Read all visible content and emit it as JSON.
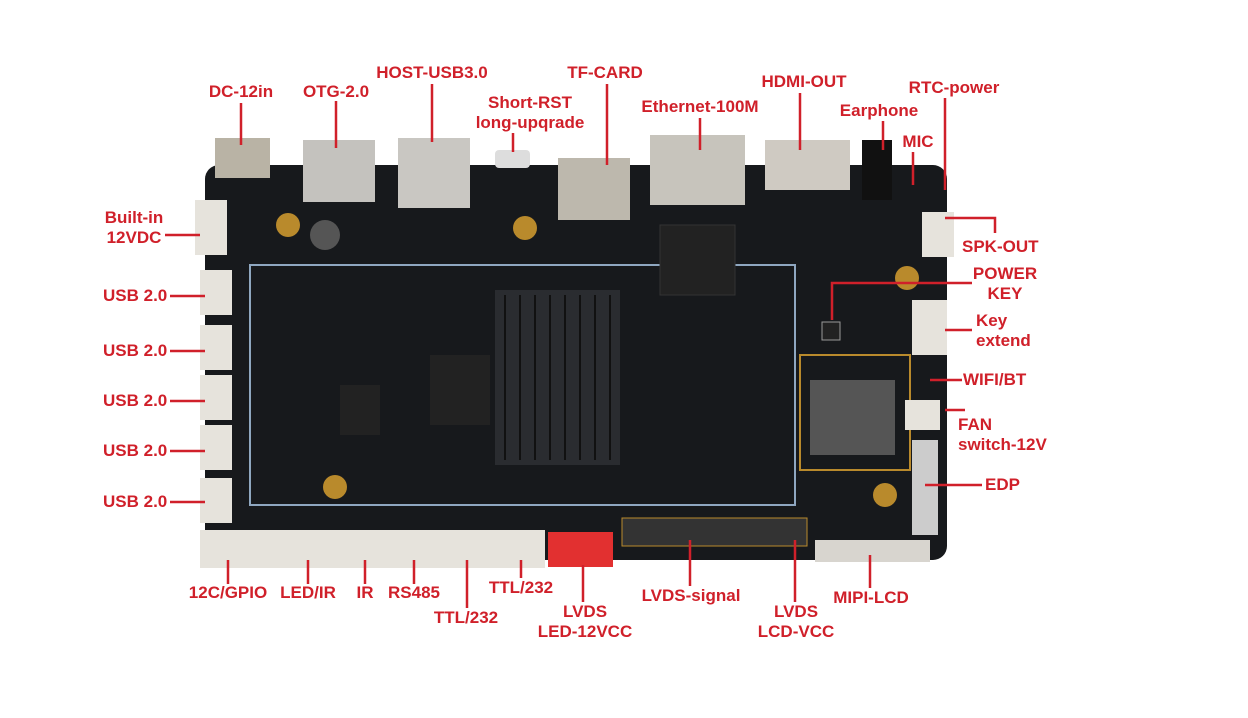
{
  "accent_color": "#d0202a",
  "labels": {
    "dc_in": "DC-12in",
    "otg": "OTG-2.0",
    "host_usb3": "HOST-USB3.0",
    "rst_1": "Short-RST",
    "rst_2": "long-upqrade",
    "tf_card": "TF-CARD",
    "ethernet": "Ethernet-100M",
    "hdmi": "HDMI-OUT",
    "earphone": "Earphone",
    "rtc": "RTC-power",
    "mic": "MIC",
    "builtin_1": "Built-in",
    "builtin_2": "12VDC",
    "spk": "SPK-OUT",
    "power_1": "POWER",
    "power_2": "KEY",
    "key_1": "Key",
    "key_2": "extend",
    "usb": [
      "USB 2.0",
      "USB 2.0",
      "USB 2.0",
      "USB 2.0",
      "USB 2.0"
    ],
    "wifi": "WIFI/BT",
    "fan_1": "FAN",
    "fan_2": "switch-12V",
    "edp": "EDP",
    "i2c": "12C/GPIO",
    "led_ir": "LED/IR",
    "ir": "IR",
    "rs485": "RS485",
    "ttl_a": "TTL/232",
    "ttl_b": "TTL/232",
    "lvds_led_1": "LVDS",
    "lvds_led_2": "LED-12VCC",
    "lvds_signal": "LVDS-signal",
    "lvds_lcd_1": "LVDS",
    "lvds_lcd_2": "LCD-VCC",
    "mipi": "MIPI-LCD"
  }
}
